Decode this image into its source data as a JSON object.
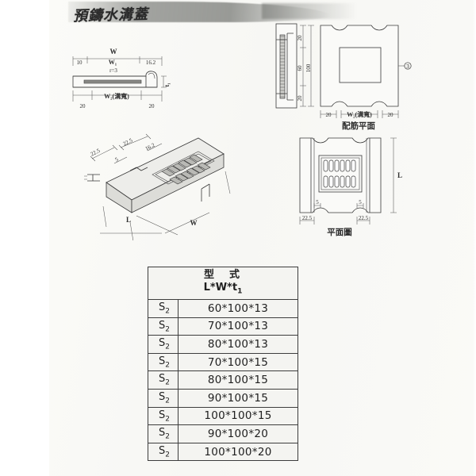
{
  "document": {
    "title": "預鑄水溝蓋",
    "title_icon": "document-title"
  },
  "views": {
    "section": {
      "name": "cross-section-view",
      "labels": {
        "w": "W",
        "w1": "W",
        "w1_sub": "1",
        "left_dim": "10",
        "right_dim": "16.2",
        "radius": "r=3",
        "w2": "W",
        "w2_sub": "2",
        "w2_note": "(溝寬)",
        "bottom_left": "20",
        "bottom_right": "20",
        "thickness": "t",
        "thickness_sub": "1"
      }
    },
    "isometric": {
      "name": "isometric-view",
      "labels": {
        "left_top": "22.5",
        "mid_top": "22.5",
        "small_left": "5",
        "small_right": "16.2",
        "length": "L",
        "width": "W"
      }
    },
    "rebar_plan": {
      "name": "rebar-plan-view",
      "caption": "配筋平面",
      "labels": {
        "v_top": "20",
        "v_mid": "60",
        "v_bot": "20",
        "v_total": "100",
        "h_left": "20",
        "h_center": "W",
        "h_center_sub": "2",
        "h_center_note": "(溝寬)",
        "h_right": "20",
        "callout": "3"
      }
    },
    "plan": {
      "name": "plan-view",
      "caption": "平面圖",
      "labels": {
        "left_notch": "5",
        "right_notch": "5",
        "left_dim": "22.5",
        "right_dim": "22.5",
        "length": "L"
      },
      "grate": {
        "rows": 2,
        "slots_per_row": 7
      }
    }
  },
  "spec_table": {
    "name": "specification-table",
    "header_main": "型　式",
    "header_sub_prefix": "L*W*t",
    "header_sub_suffix": "1",
    "code_label": "S",
    "code_sub": "2",
    "rows": [
      {
        "code": "S",
        "code_sub": "2",
        "size": "60*100*13"
      },
      {
        "code": "S",
        "code_sub": "2",
        "size": "70*100*13"
      },
      {
        "code": "S",
        "code_sub": "2",
        "size": "80*100*13"
      },
      {
        "code": "S",
        "code_sub": "2",
        "size": "70*100*15"
      },
      {
        "code": "S",
        "code_sub": "2",
        "size": "80*100*15"
      },
      {
        "code": "S",
        "code_sub": "2",
        "size": "90*100*15"
      },
      {
        "code": "S",
        "code_sub": "2",
        "size": "100*100*15"
      },
      {
        "code": "S",
        "code_sub": "2",
        "size": "90*100*20"
      },
      {
        "code": "S",
        "code_sub": "2",
        "size": "100*100*20"
      }
    ]
  },
  "colors": {
    "paper": "#fdfdfb",
    "ink": "#2e2e2e",
    "line": "#3a3a3a",
    "fill_pale": "#ededea",
    "fill_mid": "#dcdcd8",
    "shadow": "#6e706c"
  }
}
